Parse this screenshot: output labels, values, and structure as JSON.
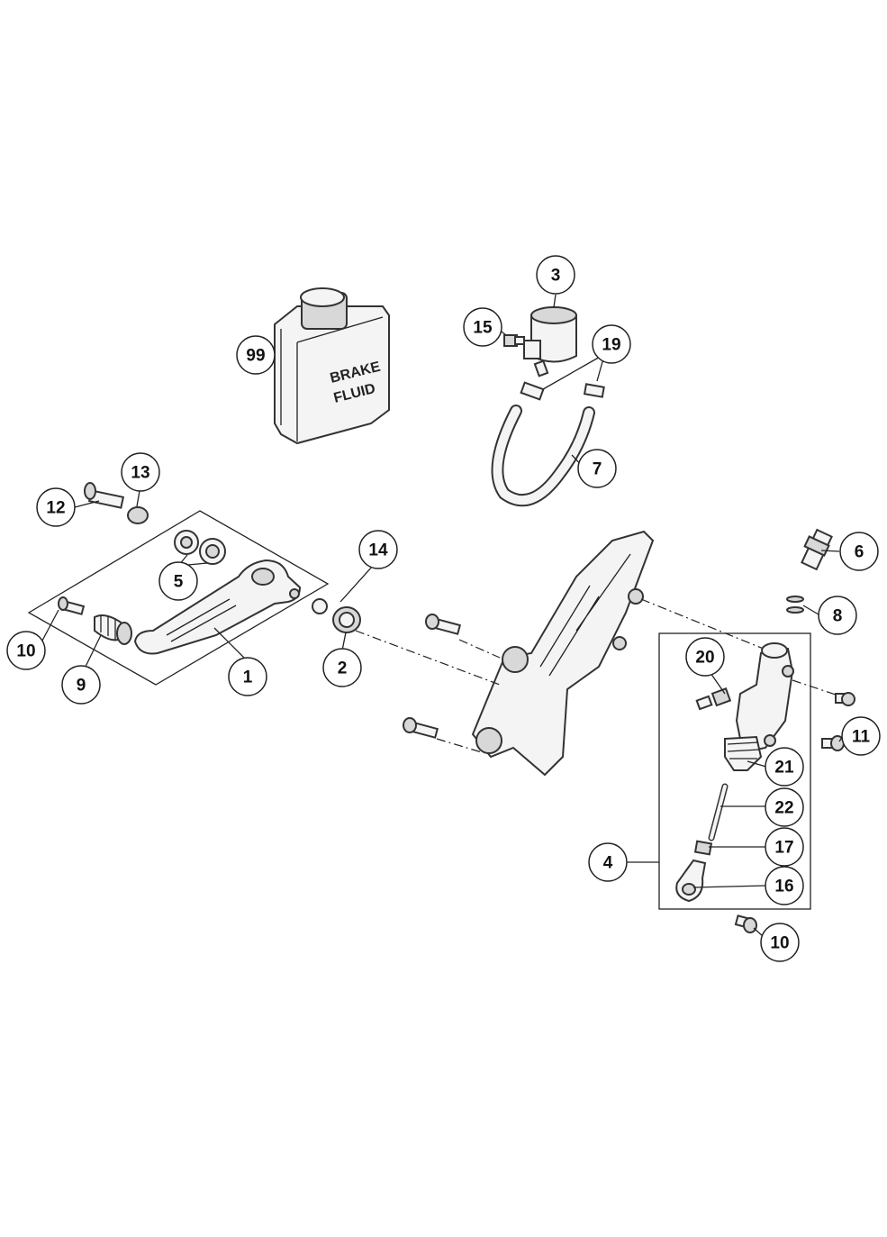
{
  "callouts": [
    {
      "id": "c99",
      "label": "99"
    },
    {
      "id": "c3",
      "label": "3"
    },
    {
      "id": "c15",
      "label": "15"
    },
    {
      "id": "c19",
      "label": "19"
    },
    {
      "id": "c7",
      "label": "7"
    },
    {
      "id": "c13",
      "label": "13"
    },
    {
      "id": "c12",
      "label": "12"
    },
    {
      "id": "c5",
      "label": "5"
    },
    {
      "id": "c14",
      "label": "14"
    },
    {
      "id": "c10a",
      "label": "10"
    },
    {
      "id": "c9",
      "label": "9"
    },
    {
      "id": "c1",
      "label": "1"
    },
    {
      "id": "c2",
      "label": "2"
    },
    {
      "id": "c6",
      "label": "6"
    },
    {
      "id": "c8",
      "label": "8"
    },
    {
      "id": "c20",
      "label": "20"
    },
    {
      "id": "c11",
      "label": "11"
    },
    {
      "id": "c21",
      "label": "21"
    },
    {
      "id": "c22",
      "label": "22"
    },
    {
      "id": "c4",
      "label": "4"
    },
    {
      "id": "c17",
      "label": "17"
    },
    {
      "id": "c16",
      "label": "16"
    },
    {
      "id": "c10b",
      "label": "10"
    }
  ],
  "can_label": {
    "line1": "BRAKE",
    "line2": "FLUID"
  }
}
